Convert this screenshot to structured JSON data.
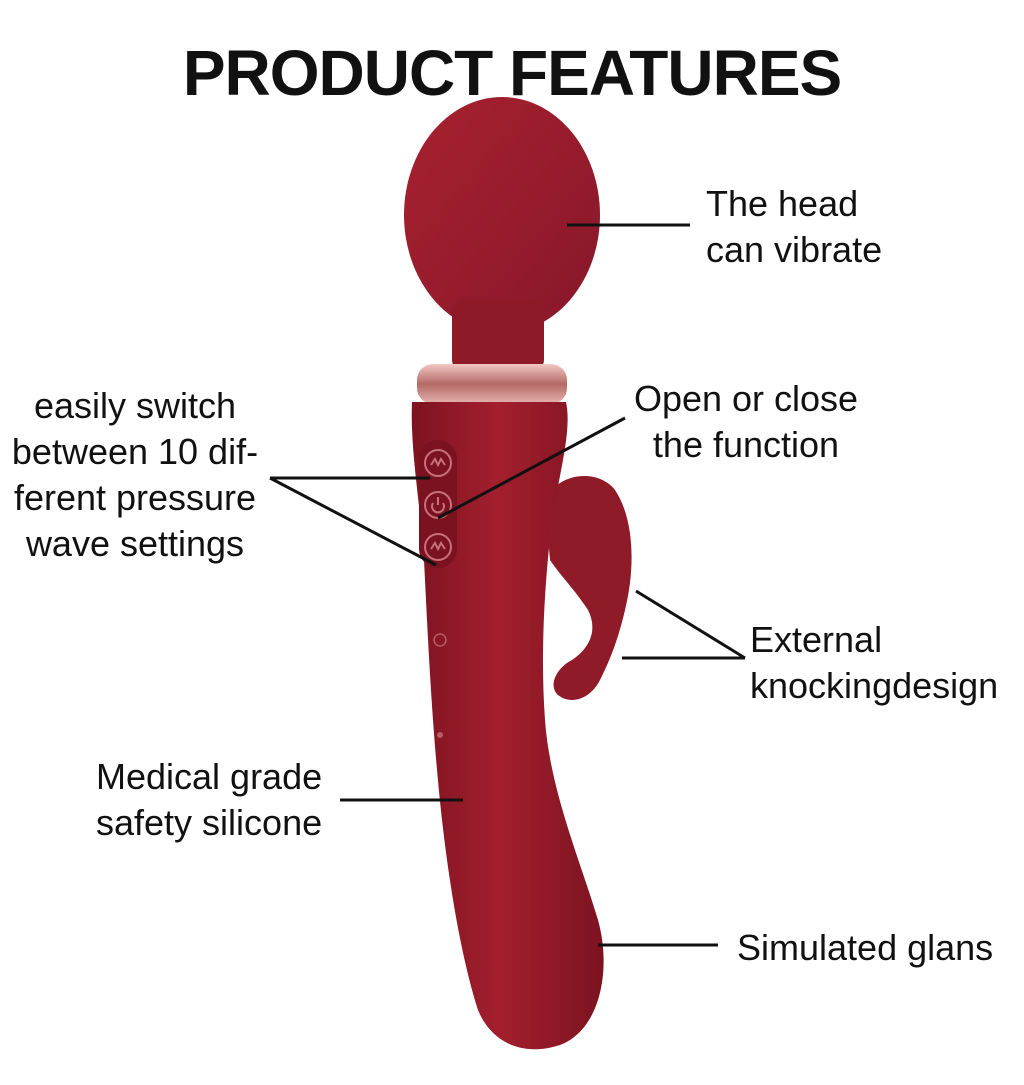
{
  "title": "PRODUCT FEATURES",
  "labels": {
    "head": "The head\ncan vibrate",
    "switch": "easily switch\nbetween 10 dif-\nferent pressure\nwave settings",
    "power": "Open or close\nthe function",
    "external": "External\nknockingdesign",
    "silicone": "Medical grade\nsafety silicone",
    "glans": "Simulated glans"
  },
  "product_color": "#9c1c2a",
  "accent_color": "#c98a86"
}
